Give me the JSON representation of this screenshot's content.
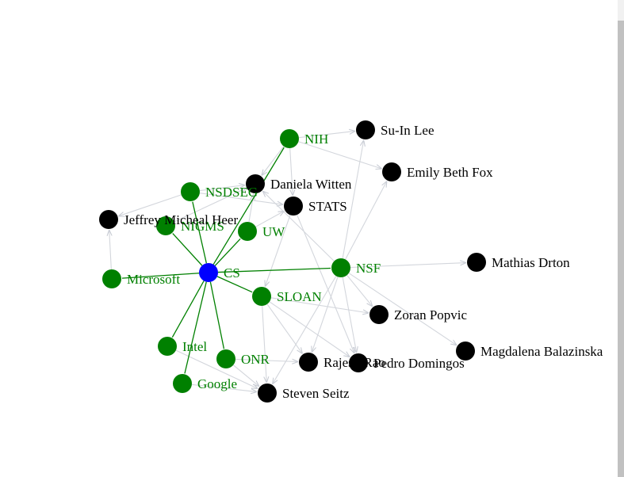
{
  "colors": {
    "hub": "#0000ff",
    "funder": "#008000",
    "person": "#000000",
    "funding_edge": "#008000",
    "collab_edge": "#d3d6dc",
    "label_funder": "#008000",
    "label_person": "#000000"
  },
  "nodes": [
    {
      "id": "CS",
      "label": "CS",
      "kind": "hub"
    },
    {
      "id": "NIH",
      "label": "NIH",
      "kind": "funder"
    },
    {
      "id": "NSDSEG",
      "label": "NSDSEG",
      "kind": "funder"
    },
    {
      "id": "NIGMS",
      "label": "NIGMS",
      "kind": "funder"
    },
    {
      "id": "UW",
      "label": "UW",
      "kind": "funder"
    },
    {
      "id": "Microsoft",
      "label": "Microsoft",
      "kind": "funder"
    },
    {
      "id": "NSF",
      "label": "NSF",
      "kind": "funder"
    },
    {
      "id": "SLOAN",
      "label": "SLOAN",
      "kind": "funder"
    },
    {
      "id": "Intel",
      "label": "Intel",
      "kind": "funder"
    },
    {
      "id": "ONR",
      "label": "ONR",
      "kind": "funder"
    },
    {
      "id": "Google",
      "label": "Google",
      "kind": "funder"
    },
    {
      "id": "SuInLee",
      "label": "Su-In Lee",
      "kind": "person"
    },
    {
      "id": "EmilyBethFox",
      "label": "Emily Beth Fox",
      "kind": "person"
    },
    {
      "id": "DanielaWitten",
      "label": "Daniela Witten",
      "kind": "person"
    },
    {
      "id": "STATS",
      "label": "STATS",
      "kind": "person"
    },
    {
      "id": "JeffreyHeer",
      "label": "Jeffrey Micheal Heer",
      "kind": "person"
    },
    {
      "id": "MathiasDrton",
      "label": "Mathias Drton",
      "kind": "person"
    },
    {
      "id": "ZoranPopvic",
      "label": "Zoran Popvic",
      "kind": "person"
    },
    {
      "id": "MagdalenaBalazinska",
      "label": "Magdalena Balazinska",
      "kind": "person"
    },
    {
      "id": "RajeshRao",
      "label": "Rajesh Rao",
      "kind": "person"
    },
    {
      "id": "PedroDomingos",
      "label": "Pedro Domingos",
      "kind": "person"
    },
    {
      "id": "StevenSeitz",
      "label": "Steven Seitz",
      "kind": "person"
    }
  ],
  "edges": [
    {
      "from": "CS",
      "to": "NIH",
      "type": "funding"
    },
    {
      "from": "CS",
      "to": "NSDSEG",
      "type": "funding"
    },
    {
      "from": "CS",
      "to": "NIGMS",
      "type": "funding"
    },
    {
      "from": "CS",
      "to": "UW",
      "type": "funding"
    },
    {
      "from": "CS",
      "to": "Microsoft",
      "type": "funding"
    },
    {
      "from": "CS",
      "to": "NSF",
      "type": "funding"
    },
    {
      "from": "CS",
      "to": "SLOAN",
      "type": "funding"
    },
    {
      "from": "CS",
      "to": "Intel",
      "type": "funding"
    },
    {
      "from": "CS",
      "to": "ONR",
      "type": "funding"
    },
    {
      "from": "CS",
      "to": "Google",
      "type": "funding"
    },
    {
      "from": "NIH",
      "to": "SuInLee",
      "type": "collab"
    },
    {
      "from": "NIH",
      "to": "EmilyBethFox",
      "type": "collab"
    },
    {
      "from": "NIH",
      "to": "DanielaWitten",
      "type": "collab"
    },
    {
      "from": "NIH",
      "to": "STATS",
      "type": "collab"
    },
    {
      "from": "NSDSEG",
      "to": "JeffreyHeer",
      "type": "collab"
    },
    {
      "from": "NSDSEG",
      "to": "STATS",
      "type": "collab"
    },
    {
      "from": "NSDSEG",
      "to": "DanielaWitten",
      "type": "collab"
    },
    {
      "from": "NIGMS",
      "to": "DanielaWitten",
      "type": "collab"
    },
    {
      "from": "UW",
      "to": "DanielaWitten",
      "type": "collab"
    },
    {
      "from": "UW",
      "to": "STATS",
      "type": "collab"
    },
    {
      "from": "Microsoft",
      "to": "JeffreyHeer",
      "type": "collab"
    },
    {
      "from": "NSF",
      "to": "SuInLee",
      "type": "collab"
    },
    {
      "from": "NSF",
      "to": "EmilyBethFox",
      "type": "collab"
    },
    {
      "from": "NSF",
      "to": "MathiasDrton",
      "type": "collab"
    },
    {
      "from": "NSF",
      "to": "ZoranPopvic",
      "type": "collab"
    },
    {
      "from": "NSF",
      "to": "MagdalenaBalazinska",
      "type": "collab"
    },
    {
      "from": "NSF",
      "to": "RajeshRao",
      "type": "collab"
    },
    {
      "from": "NSF",
      "to": "PedroDomingos",
      "type": "collab"
    },
    {
      "from": "NSF",
      "to": "StevenSeitz",
      "type": "collab"
    },
    {
      "from": "NSF",
      "to": "DanielaWitten",
      "type": "collab"
    },
    {
      "from": "STATS",
      "to": "SLOAN",
      "type": "collab"
    },
    {
      "from": "STATS",
      "to": "PedroDomingos",
      "type": "collab"
    },
    {
      "from": "SLOAN",
      "to": "ZoranPopvic",
      "type": "collab"
    },
    {
      "from": "SLOAN",
      "to": "RajeshRao",
      "type": "collab"
    },
    {
      "from": "SLOAN",
      "to": "PedroDomingos",
      "type": "collab"
    },
    {
      "from": "SLOAN",
      "to": "StevenSeitz",
      "type": "collab"
    },
    {
      "from": "Intel",
      "to": "StevenSeitz",
      "type": "collab"
    },
    {
      "from": "ONR",
      "to": "RajeshRao",
      "type": "collab"
    },
    {
      "from": "ONR",
      "to": "StevenSeitz",
      "type": "collab"
    },
    {
      "from": "Google",
      "to": "StevenSeitz",
      "type": "collab"
    }
  ]
}
